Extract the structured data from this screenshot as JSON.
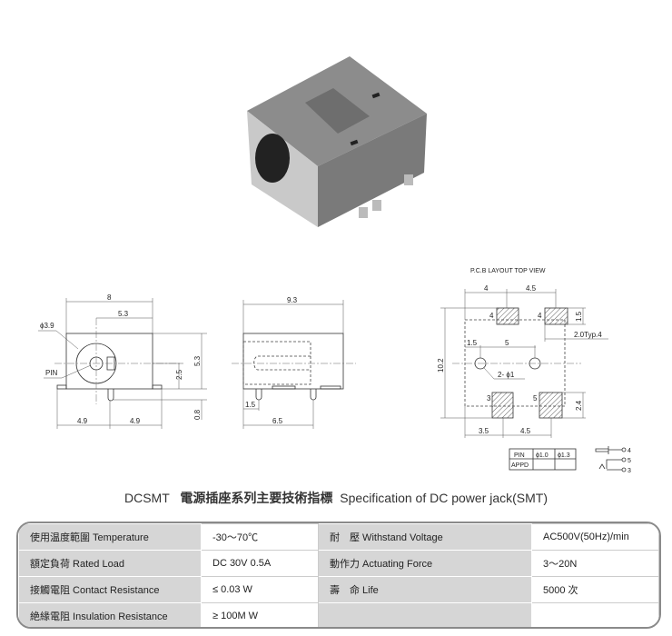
{
  "drawings": {
    "front": {
      "width": "8",
      "offset": "5.3",
      "diameter": "ϕ3.9",
      "pin": "PIN",
      "pin_height": "2.5",
      "height": "5.3",
      "pin_len": "0.8",
      "left_half": "4.9",
      "right_half": "4.9"
    },
    "side": {
      "length": "9.3",
      "pin_offset": "1.5",
      "pin_spacing": "6.5"
    },
    "pcb": {
      "title": "P.C.B LAYOUT    TOP VIEW",
      "top_left": "4",
      "top_right": "4.5",
      "pad_height": "1.5",
      "typ": "2.0Typ.4",
      "total_height": "10.2",
      "hole_offset": "1.5",
      "hole_spacing": "5",
      "holes": "2- ϕ1",
      "pad_bottom_height": "2.4",
      "bottom_left": "3.5",
      "bottom_right": "4.5",
      "pad_4a": "4",
      "pad_4b": "4",
      "pad_3": "3",
      "pad_5": "5"
    },
    "pin_table": {
      "h1": "PIN",
      "h2": "ϕ1.0",
      "h3": "ϕ1.3",
      "r1": "APPD"
    },
    "schematic": {
      "p4": "4",
      "p5": "5",
      "p3": "3"
    }
  },
  "title": {
    "model": "DCSMT",
    "zh": "電源插座系列主要技術指標",
    "en": "Specification of DC power jack(SMT)"
  },
  "specs": [
    {
      "label": "使用温度範圍 Temperature",
      "value": "-30～70℃",
      "label2": "耐　壓 Withstand Voltage",
      "value2": "AC500V(50Hz)/min"
    },
    {
      "label": "額定負荷  Rated Load",
      "value": "DC  30V  0.5A",
      "label2": "動作力 Actuating Force",
      "value2": "3～20N"
    },
    {
      "label": "接觸電阻  Contact Resistance",
      "value": "≤ 0.03 W",
      "label2": "壽　命 Life",
      "value2": "5000 次"
    },
    {
      "label": "絶緣電阻  Insulation Resistance",
      "value": "≥ 100M W",
      "label2": "",
      "value2": ""
    }
  ]
}
